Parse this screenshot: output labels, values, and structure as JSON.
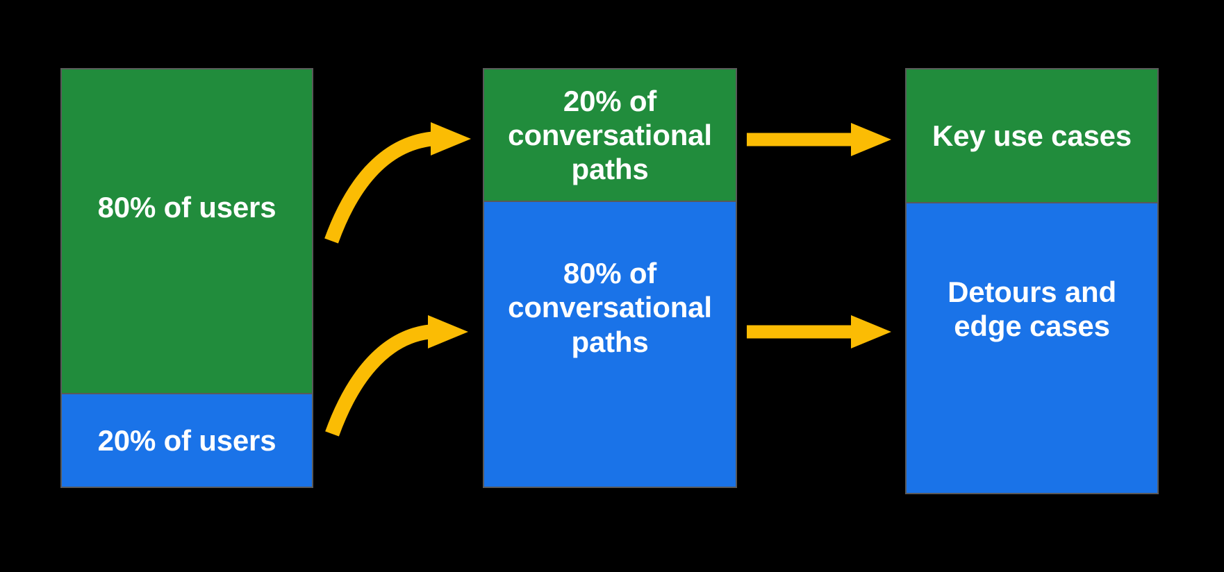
{
  "colors": {
    "green": "#218C3C",
    "blue": "#1A73E8",
    "arrow_yellow": "#FBBC04",
    "text": "#FFFFFF",
    "border": "#595959",
    "background": "#000000"
  },
  "columns": [
    {
      "name": "users",
      "segments": [
        {
          "color": "green",
          "label": "80% of users"
        },
        {
          "color": "blue",
          "label": "20% of users"
        }
      ]
    },
    {
      "name": "conversational-paths",
      "segments": [
        {
          "color": "green",
          "label": "20% of conversational paths"
        },
        {
          "color": "blue",
          "label": "80% of conversational paths"
        }
      ]
    },
    {
      "name": "use-cases",
      "segments": [
        {
          "color": "green",
          "label": "Key use cases"
        },
        {
          "color": "blue",
          "label": "Detours and edge cases"
        }
      ]
    }
  ],
  "arrows": [
    {
      "name": "curved-arrow-users80-to-paths20",
      "type": "curved"
    },
    {
      "name": "curved-arrow-users20-to-paths80",
      "type": "curved"
    },
    {
      "name": "straight-arrow-paths20-to-key-use-cases",
      "type": "straight"
    },
    {
      "name": "straight-arrow-paths80-to-detours",
      "type": "straight"
    }
  ]
}
